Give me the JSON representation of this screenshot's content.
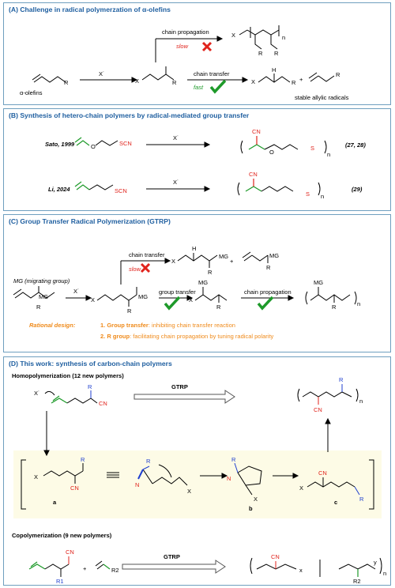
{
  "colors": {
    "accent": "#1f5fa0",
    "red": "#e0231c",
    "green": "#1e9a2a",
    "blue": "#1f3fcf",
    "orange": "#ef8a1a",
    "box_fill": "#fdfbe6"
  },
  "panelA": {
    "title": "(A) Challenge in radical polymerzation of α-olefins",
    "alpha_olefins": "α-olefins",
    "R": "R",
    "X": "X",
    "X_rad": "X˙",
    "H": "H",
    "n": "n",
    "plus": "+",
    "chain_propagation": "chain propagation",
    "slow": "slow",
    "chain_transfer": "chain transfer",
    "fast": "fast",
    "stable_allylic": "stable allylic radicals"
  },
  "panelB": {
    "title": "(B) Synthesis of hetero-chain polymers by radical-mediated group transfer",
    "sato": "Sato, 1999",
    "li": "Li, 2024",
    "O": "O",
    "SCN": "SCN",
    "CN": "CN",
    "S": "S",
    "X_rad": "X˙",
    "n": "n",
    "ref1": "(27, 28)",
    "ref2": "(29)"
  },
  "panelC": {
    "title": "(C) Group Transfer Radical Polymerization (GTRP)",
    "mg_label": "MG (migrating group)",
    "MG": "MG",
    "R": "R",
    "X": "X",
    "H": "H",
    "X_rad": "X˙",
    "n": "n",
    "plus": "+",
    "chain_transfer": "chain transfer",
    "slow": "slow",
    "group_transfer": "group transfer",
    "chain_propagation": "chain propagation",
    "rational": "Rational design:",
    "d1_bold": "1. Group transfer",
    "d1_rest": ": inhibiting chain transfer reaction",
    "d2_bold": "2. R group",
    "d2_rest": ": facilitating chain propagation by tuning radical polarity"
  },
  "panelD": {
    "title": "(D) This work: synthesis of carbon-chain polymers",
    "homo": "Homopolymerization (12 new polymers)",
    "copo": "Copolymerization (9 new polymers)",
    "GTRP": "GTRP",
    "R": "R",
    "CN": "CN",
    "X": "X",
    "N": "N",
    "X_rad": "X˙",
    "n": "n",
    "x": "x",
    "y": "y",
    "R1": "R1",
    "R2": "R2",
    "plus": "+",
    "label_a": "a",
    "label_b": "b",
    "label_c": "c"
  }
}
